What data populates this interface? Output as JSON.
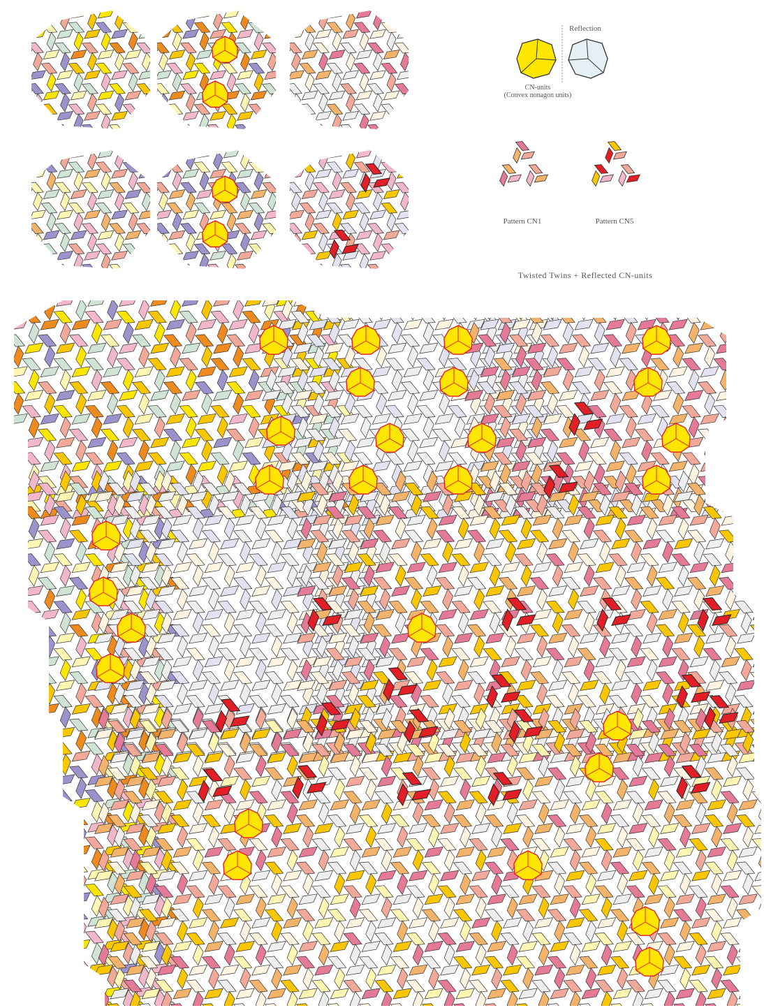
{
  "legend": {
    "reflection_label": "Reflection",
    "cn_units_label": "CN-units",
    "cn_units_sublabel": "(Convex nonagon units)"
  },
  "patterns": [
    {
      "name": "Pattern CN1"
    },
    {
      "name": "Pattern CN5"
    }
  ],
  "main_title": "Twisted Twins + Reflected CN-units",
  "colors": {
    "yellow": "#FFE600",
    "gold": "#F9C600",
    "orange": "#EE8A1E",
    "light_orange": "#F4B36A",
    "salmon": "#F3A999",
    "pink": "#E47A95",
    "light_pink": "#F2B7C8",
    "cream": "#FFF6B4",
    "mint": "#CFE4D4",
    "lavender": "#9D93CC",
    "pale_lavender": "#E3E2F1",
    "light_grey": "#EEEEEE",
    "pale_cream": "#FFF4E0",
    "red": "#E21E26",
    "pale_blue": "#E4F0F3",
    "outline": "#333333",
    "cn_outline": "#E21E26"
  },
  "panels": [
    {
      "id": "p1",
      "palette": [
        "gold",
        "orange",
        "salmon",
        "cream",
        "yellow",
        "mint",
        "lavender",
        "light_pink"
      ]
    },
    {
      "id": "p2",
      "palette": [
        "gold",
        "orange",
        "salmon",
        "cream",
        "yellow",
        "mint",
        "lavender",
        "light_pink"
      ],
      "cn_units": 2
    },
    {
      "id": "p3",
      "palette": [
        "light_grey",
        "pink",
        "salmon",
        "light_orange",
        "light_grey",
        "pale_cream"
      ]
    },
    {
      "id": "p4",
      "palette": [
        "mint",
        "lavender",
        "light_pink",
        "cream",
        "light_orange",
        "salmon"
      ]
    },
    {
      "id": "p5",
      "palette": [
        "mint",
        "lavender",
        "light_pink",
        "cream",
        "light_orange",
        "salmon"
      ],
      "cn_units": 2
    },
    {
      "id": "p6",
      "palette": [
        "pale_lavender",
        "salmon",
        "gold",
        "pale_lavender",
        "light_pink"
      ],
      "red_triads": 2
    }
  ]
}
